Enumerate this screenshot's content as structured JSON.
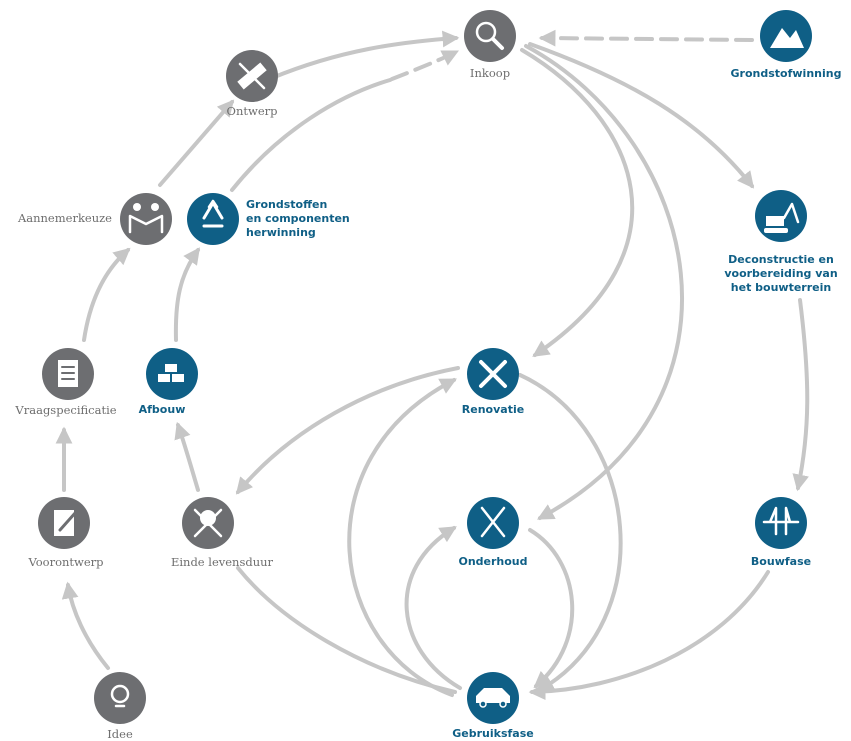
{
  "diagram": {
    "nodes": {
      "inkoop": "Inkoop",
      "grondstofwinning": "Grondstofwinning",
      "ontwerp": "Ontwerp",
      "aannemerkeuze": "Aannemerkeuze",
      "herwinning": "Grondstoffen\nen componenten\nherwinning",
      "deconstructie": "Deconstructie en\nvoorbereiding van\nhet bouwterrein",
      "vraagspecificatie": "Vraagspecificatie",
      "afbouw": "Afbouw",
      "renovatie": "Renovatie",
      "voorontwerp": "Voorontwerp",
      "einde": "Einde levensduur",
      "onderhoud": "Onderhoud",
      "bouwfase": "Bouwfase",
      "idee": "Idee",
      "gebruiksfase": "Gebruiksfase"
    },
    "colors": {
      "grey": "#6d6e71",
      "blue": "#0f5f86",
      "arrow": "#c6c6c6"
    },
    "icons": {
      "inkoop": "magnifier-icon",
      "grondstofwinning": "mountain-icon",
      "ontwerp": "ruler-pencil-icon",
      "aannemerkeuze": "handshake-icon",
      "herwinning": "recycle-icon",
      "deconstructie": "excavator-icon",
      "vraagspecificatie": "document-icon",
      "afbouw": "bricks-icon",
      "renovatie": "tools-icon",
      "voorontwerp": "sketch-icon",
      "einde": "skull-icon",
      "onderhoud": "brooms-icon",
      "bouwfase": "bridge-icon",
      "idee": "lightbulb-icon",
      "gebruiksfase": "car-icon"
    }
  }
}
